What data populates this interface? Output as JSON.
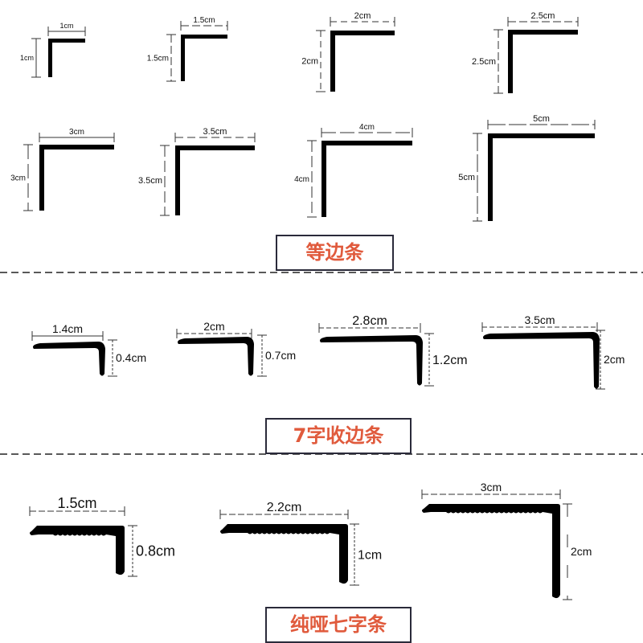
{
  "colors": {
    "profile": "#000000",
    "title_text": "#e05a3c",
    "title_border": "#2a2a3a",
    "dim_line": "#333333",
    "separator": "#222222"
  },
  "sections": [
    {
      "title": "等边条",
      "items": [
        {
          "width_label": "1cm",
          "height_label": "1cm"
        },
        {
          "width_label": "1.5cm",
          "height_label": "1.5cm"
        },
        {
          "width_label": "2cm",
          "height_label": "2cm"
        },
        {
          "width_label": "2.5cm",
          "height_label": "2.5cm"
        },
        {
          "width_label": "3cm",
          "height_label": "3cm"
        },
        {
          "width_label": "3.5cm",
          "height_label": "3.5cm"
        },
        {
          "width_label": "4cm",
          "height_label": "4cm"
        },
        {
          "width_label": "5cm",
          "height_label": "5cm"
        }
      ]
    },
    {
      "title": "7字收边条",
      "items": [
        {
          "width_label": "1.4cm",
          "height_label": "0.4cm"
        },
        {
          "width_label": "2cm",
          "height_label": "0.7cm"
        },
        {
          "width_label": "2.8cm",
          "height_label": "1.2cm"
        },
        {
          "width_label": "3.5cm",
          "height_label": "2cm"
        }
      ]
    },
    {
      "title": "纯哑七字条",
      "items": [
        {
          "width_label": "1.5cm",
          "height_label": "0.8cm"
        },
        {
          "width_label": "2.2cm",
          "height_label": "1cm"
        },
        {
          "width_label": "3cm",
          "height_label": "2cm"
        }
      ]
    }
  ]
}
